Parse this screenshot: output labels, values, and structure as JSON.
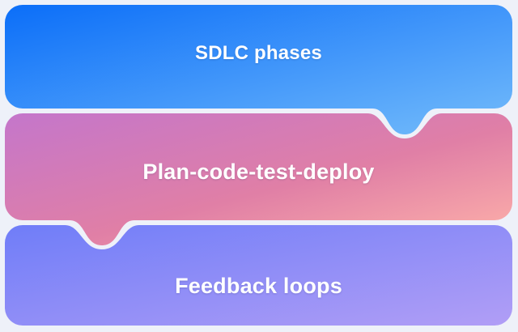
{
  "background_color": "#eef1f9",
  "text_color": "#ffffff",
  "blocks": [
    {
      "label": "SDLC phases",
      "colors": {
        "from": "#0b6ef9",
        "to": "#74bcfa"
      }
    },
    {
      "label": "Plan-code-test-deploy",
      "colors": {
        "from": "#c476cb",
        "mid": "#e07fa6",
        "to": "#ffb3a9"
      }
    },
    {
      "label": "Feedback loops",
      "colors": {
        "from": "#6f7df8",
        "to": "#b19ef6"
      }
    }
  ]
}
